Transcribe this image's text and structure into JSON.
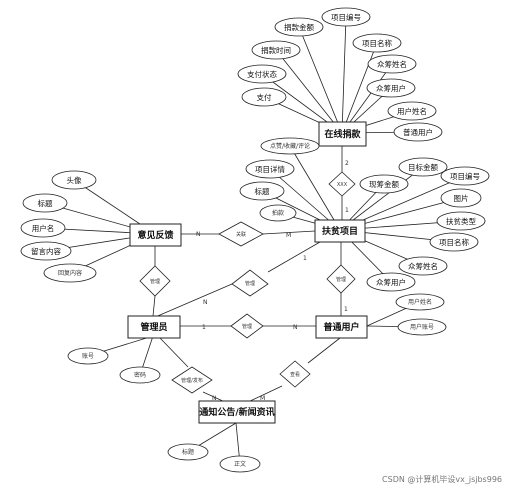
{
  "entities": {
    "online_donation": "在线捐款",
    "poverty_project": "扶贫项目",
    "feedback": "意见反馈",
    "admin": "管理员",
    "regular_user": "普通用户",
    "notice": "通知公告/新闻资讯"
  },
  "attributes": {
    "online_donation": [
      "捐款金额",
      "项目编号",
      "捐款时间",
      "项目名称",
      "支付状态",
      "众筹姓名",
      "支付",
      "众筹用户",
      "用户姓名",
      "普通用户"
    ],
    "poverty_project": [
      "点赞/收藏/评论",
      "项目详情",
      "标题",
      "目标金额",
      "项目编号",
      "现筹金额",
      "图片",
      "扶贫类型",
      "项目名称",
      "众筹姓名",
      "众筹用户",
      "拍款"
    ],
    "feedback": [
      "头像",
      "标题",
      "用户名",
      "留言内容",
      "回复内容"
    ],
    "admin": [
      "账号",
      "密码"
    ],
    "regular_user": [
      "用户姓名",
      "用户账号"
    ],
    "notice": [
      "标题",
      "正文"
    ]
  },
  "relationships": {
    "donate": "XXX",
    "feedback_project": "关联",
    "feedback_admin": "管理",
    "admin_project": "管理",
    "admin_user": "管理",
    "admin_notice": "管理/发布",
    "user_notice": "查看",
    "user_project": "管理"
  },
  "cardinalities": {
    "donation_top": "2",
    "donation_project": "1",
    "feedback_n": "N",
    "project_m": "M",
    "admin_n": "N",
    "admin_1": "1",
    "user_n": "N",
    "project_down": "1",
    "user_up": "1",
    "notice_n": "N",
    "notice_m": "M"
  },
  "watermark": "CSDN @计算机毕设vx_jsjbs996"
}
